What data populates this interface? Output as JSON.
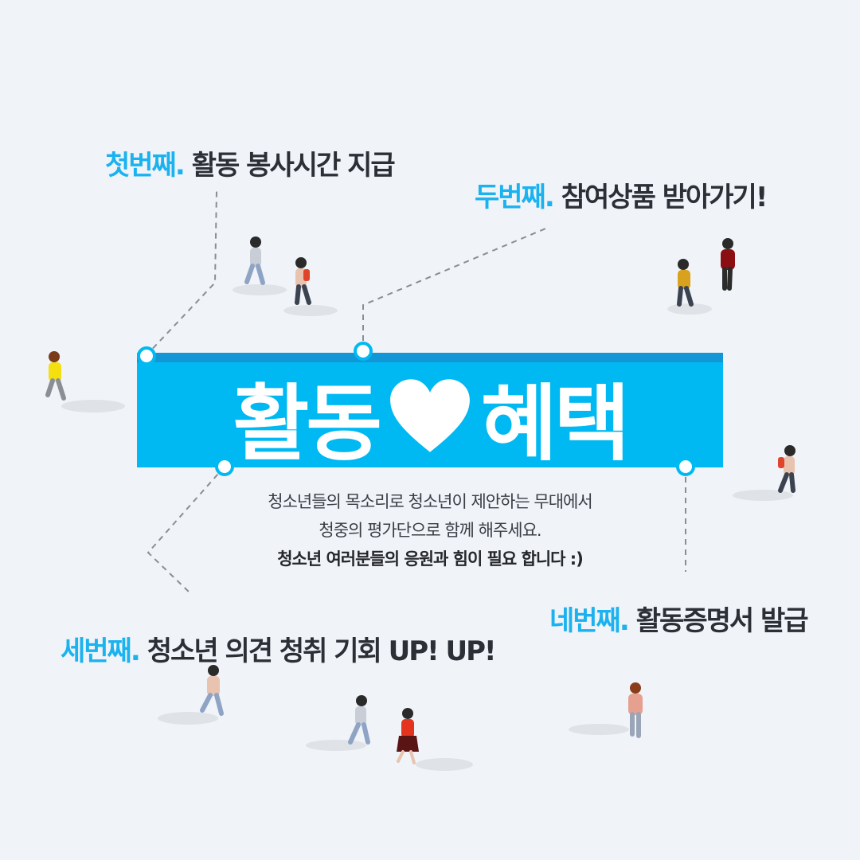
{
  "benefits": [
    {
      "num": "첫번째.",
      "text": "활동 봉사시간 지급"
    },
    {
      "num": "두번째.",
      "text": "참여상품 받아가기!"
    },
    {
      "num": "세번째.",
      "text": "청소년 의견 청취 기회  UP! UP!"
    },
    {
      "num": "네번째.",
      "text": "활동증명서 발급"
    }
  ],
  "banner": {
    "left": "활동",
    "right": "혜택",
    "heart_icon": "heart-icon"
  },
  "description": {
    "line1": "청소년들의 목소리로 청소년이 제안하는 무대에서",
    "line2": "청중의 평가단으로 함께 해주세요.",
    "line3": "청소년 여러분들의 응원과 힘이 필요 합니다 :)"
  },
  "colors": {
    "accent": "#1ab2ef",
    "banner": "#00b9f2",
    "banner_top": "#1296d6",
    "background": "#f0f3f8"
  }
}
